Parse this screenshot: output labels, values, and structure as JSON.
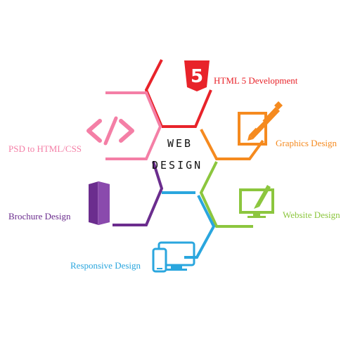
{
  "center": {
    "line1": "WEB",
    "line2": "DESIGN"
  },
  "html5": {
    "badge": "5",
    "label": "HTML 5 Development",
    "color": "#e8232a"
  },
  "graphics": {
    "label": "Graphics Design",
    "color": "#f58a1f"
  },
  "website": {
    "label": "Website Design",
    "color": "#8cc63e"
  },
  "responsive": {
    "label": "Responsive Design",
    "color": "#2aa6de"
  },
  "brochure": {
    "label": "Brochure Design",
    "color": "#6b2d8e"
  },
  "psd": {
    "label": "PSD to HTML/CSS",
    "color": "#f47fa6"
  },
  "icons": {
    "html5": "html5-shield-icon",
    "graphics": "easel-pencil-icon",
    "website": "monitor-pencil-icon",
    "responsive": "devices-icon",
    "brochure": "folded-brochure-icon",
    "psd": "code-brackets-icon"
  }
}
